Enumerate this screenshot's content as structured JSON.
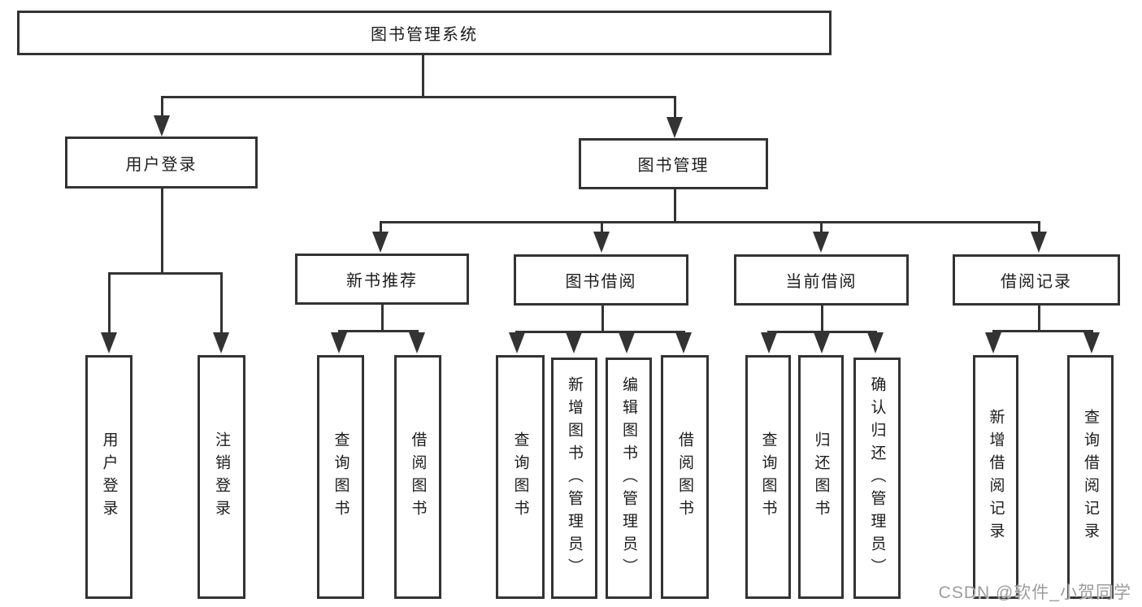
{
  "diagram": {
    "title": "图书管理系统",
    "root": {
      "label": "图书管理系统"
    },
    "branches": [
      {
        "label": "用户登录",
        "children": [
          {
            "label": "用户登录"
          },
          {
            "label": "注销登录"
          }
        ]
      },
      {
        "label": "图书管理",
        "children": [
          {
            "label": "新书推荐",
            "children": [
              {
                "label": "查询图书"
              },
              {
                "label": "借阅图书"
              }
            ]
          },
          {
            "label": "图书借阅",
            "children": [
              {
                "label": "查询图书"
              },
              {
                "label": "新增图书（管理员）"
              },
              {
                "label": "编辑图书（管理员）"
              },
              {
                "label": "借阅图书"
              }
            ]
          },
          {
            "label": "当前借阅",
            "children": [
              {
                "label": "查询图书"
              },
              {
                "label": "归还图书"
              },
              {
                "label": "确认归还（管理员）"
              }
            ]
          },
          {
            "label": "借阅记录",
            "children": [
              {
                "label": "新增借阅记录"
              },
              {
                "label": "查询借阅记录"
              }
            ]
          }
        ]
      }
    ]
  },
  "watermark": {
    "text": "CSDN @软件_小贺同学"
  },
  "colors": {
    "line": "#333333",
    "background": "#ffffff",
    "watermark": "#9c9c9c"
  }
}
